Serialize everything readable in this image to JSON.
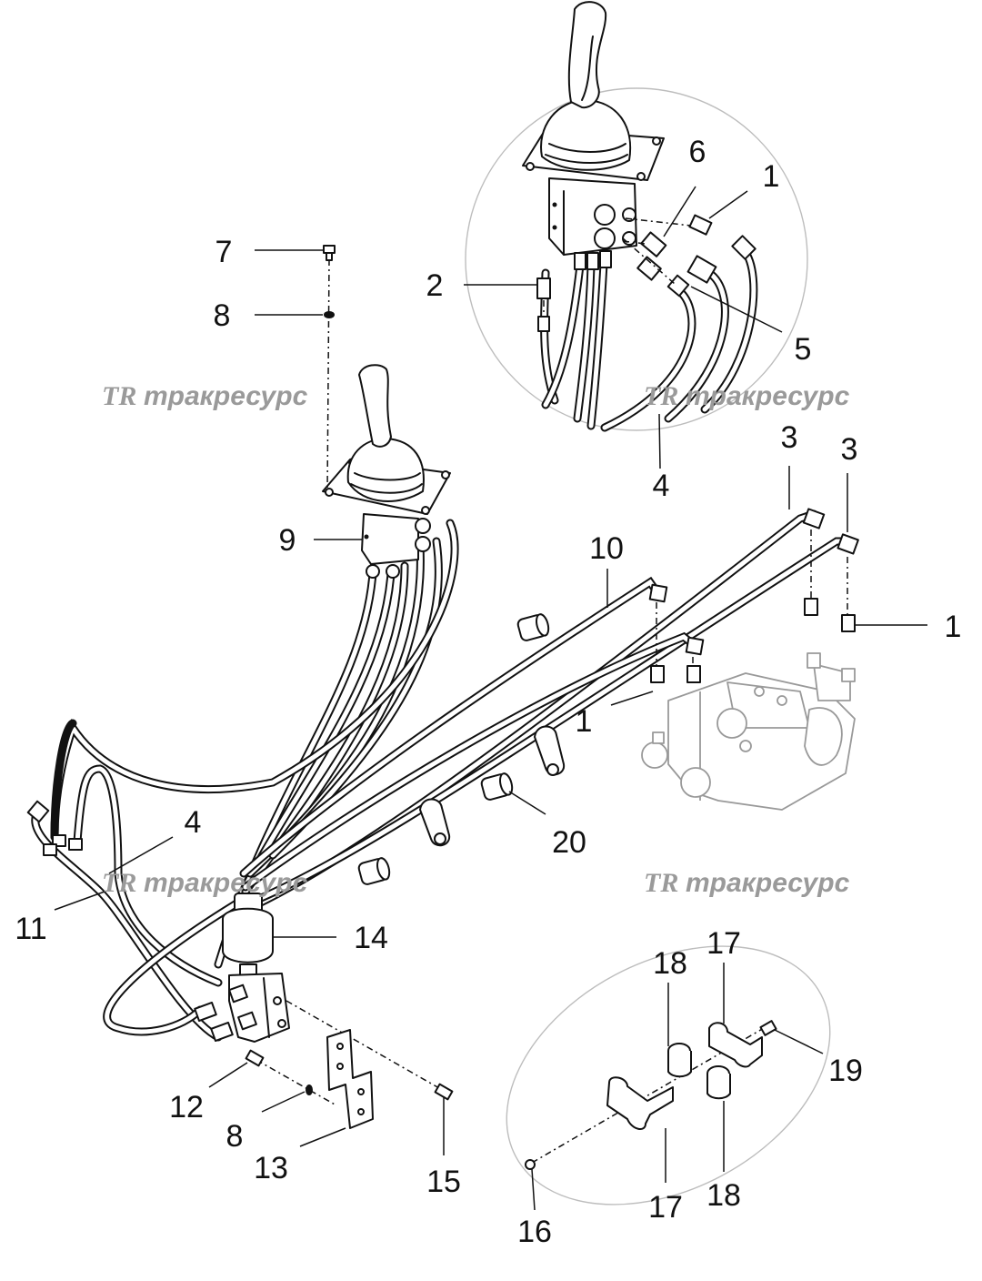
{
  "diagram": {
    "watermark": {
      "logo": "TR",
      "text": "тракресурс"
    },
    "callouts": [
      {
        "id": "c1a",
        "text": "1"
      },
      {
        "id": "c1b",
        "text": "1"
      },
      {
        "id": "c1c",
        "text": "1"
      },
      {
        "id": "c2",
        "text": "2"
      },
      {
        "id": "c3a",
        "text": "3"
      },
      {
        "id": "c3b",
        "text": "3"
      },
      {
        "id": "c4a",
        "text": "4"
      },
      {
        "id": "c4b",
        "text": "4"
      },
      {
        "id": "c5",
        "text": "5"
      },
      {
        "id": "c6",
        "text": "6"
      },
      {
        "id": "c7",
        "text": "7"
      },
      {
        "id": "c8a",
        "text": "8"
      },
      {
        "id": "c8b",
        "text": "8"
      },
      {
        "id": "c9",
        "text": "9"
      },
      {
        "id": "c10",
        "text": "10"
      },
      {
        "id": "c11",
        "text": "11"
      },
      {
        "id": "c12",
        "text": "12"
      },
      {
        "id": "c13",
        "text": "13"
      },
      {
        "id": "c14",
        "text": "14"
      },
      {
        "id": "c15",
        "text": "15"
      },
      {
        "id": "c16",
        "text": "16"
      },
      {
        "id": "c17a",
        "text": "17"
      },
      {
        "id": "c17b",
        "text": "17"
      },
      {
        "id": "c18a",
        "text": "18"
      },
      {
        "id": "c18b",
        "text": "18"
      },
      {
        "id": "c19",
        "text": "19"
      },
      {
        "id": "c20",
        "text": "20"
      }
    ]
  }
}
